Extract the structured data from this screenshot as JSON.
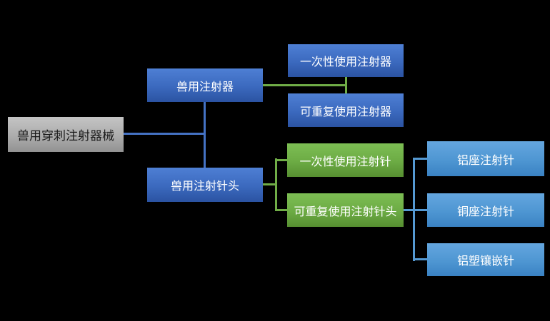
{
  "diagram": {
    "type": "tree",
    "nodes": {
      "root": {
        "label": "兽用穿刺注射器械",
        "color": "gray"
      },
      "syringe": {
        "label": "兽用注射器",
        "color": "blue"
      },
      "disposable_syringe": {
        "label": "一次性使用注射器",
        "color": "blue"
      },
      "reusable_syringe": {
        "label": "可重复使用注射器",
        "color": "blue"
      },
      "needle_head": {
        "label": "兽用注射针头",
        "color": "blue"
      },
      "disposable_needle": {
        "label": "一次性使用注射针",
        "color": "green"
      },
      "reusable_needle": {
        "label": "可重复使用注射针头",
        "color": "green"
      },
      "aluminum_seat_needle": {
        "label": "铝座注射针",
        "color": "lightblue"
      },
      "copper_seat_needle": {
        "label": "铜座注射针",
        "color": "lightblue"
      },
      "aluminum_plastic_inlaid_needle": {
        "label": "铝塑镶嵌针",
        "color": "lightblue"
      }
    },
    "edges": [
      {
        "from": "兽用穿刺注射器械",
        "to": "兽用注射器",
        "connector_color": "#4472C4"
      },
      {
        "from": "兽用穿刺注射器械",
        "to": "兽用注射针头",
        "connector_color": "#4472C4"
      },
      {
        "from": "兽用注射器",
        "to": "一次性使用注射器",
        "connector_color": "#70AD47"
      },
      {
        "from": "兽用注射器",
        "to": "可重复使用注射器",
        "connector_color": "#70AD47"
      },
      {
        "from": "兽用注射针头",
        "to": "一次性使用注射针",
        "connector_color": "#70AD47"
      },
      {
        "from": "兽用注射针头",
        "to": "可重复使用注射针头",
        "connector_color": "#70AD47"
      },
      {
        "from": "可重复使用注射针头",
        "to": "铝座注射针",
        "connector_color": "#5599D2"
      },
      {
        "from": "可重复使用注射针头",
        "to": "铜座注射针",
        "connector_color": "#5599D2"
      },
      {
        "from": "可重复使用注射针头",
        "to": "铝塑镶嵌针",
        "connector_color": "#5599D2"
      }
    ]
  },
  "colors": {
    "background": "#000000",
    "node_blue_top": "#4E7FD4",
    "node_blue_bottom": "#2B53A2",
    "node_green_top": "#7DBE54",
    "node_green_bottom": "#578F31",
    "node_lightblue_top": "#64A6DF",
    "node_lightblue_bottom": "#3A82C3",
    "node_gray_top": "#C4C4C4",
    "node_gray_bottom": "#929292",
    "connector_blue": "#4472C4",
    "connector_green": "#70AD47",
    "connector_lightblue": "#5599D2",
    "text_light": "#FFFFFF",
    "text_dark": "#1A1A1A"
  }
}
